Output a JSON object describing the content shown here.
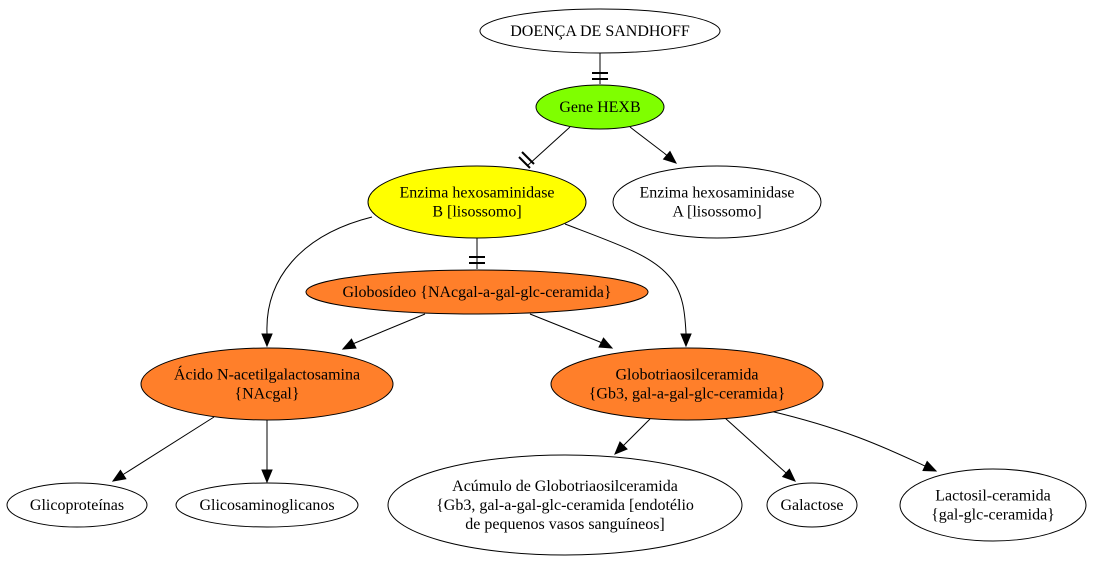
{
  "colors": {
    "green": "#7fff00",
    "yellow": "#ffff00",
    "orange": "#ff7f2a",
    "white": "#ffffff"
  },
  "nodes": {
    "sandhoff": {
      "lines": [
        "DOENÇA DE SANDHOFF"
      ],
      "color": "white"
    },
    "hexb": {
      "lines": [
        "Gene HEXB"
      ],
      "color": "green"
    },
    "hexB": {
      "lines": [
        "Enzima hexosaminidase",
        "B [lisossomo]"
      ],
      "color": "yellow"
    },
    "hexA": {
      "lines": [
        "Enzima hexosaminidase",
        "A [lisossomo]"
      ],
      "color": "white"
    },
    "globosideo": {
      "lines": [
        "Globosídeo {NAcgal-a-gal-glc-ceramida}"
      ],
      "color": "orange"
    },
    "nacgal": {
      "lines": [
        "Ácido N-acetilgalactosamina",
        "{NAcgal}"
      ],
      "color": "orange"
    },
    "gb3": {
      "lines": [
        "Globotriaosilceramida",
        "{Gb3, gal-a-gal-glc-ceramida}"
      ],
      "color": "orange"
    },
    "glicoproteinas": {
      "lines": [
        "Glicoproteínas"
      ],
      "color": "white"
    },
    "glicosaminoglicanos": {
      "lines": [
        "Glicosaminoglicanos"
      ],
      "color": "white"
    },
    "acumulo": {
      "lines": [
        "Acúmulo de Globotriaosilceramida",
        "{Gb3, gal-a-gal-glc-ceramida [endotélio",
        "de pequenos vasos sanguíneos]"
      ],
      "color": "white"
    },
    "galactose": {
      "lines": [
        "Galactose"
      ],
      "color": "white"
    },
    "lactosil": {
      "lines": [
        "Lactosil-ceramida",
        "{gal-glc-ceramida}"
      ],
      "color": "white"
    }
  },
  "edges": [
    {
      "from": "sandhoff",
      "to": "hexb",
      "head": "tee"
    },
    {
      "from": "hexb",
      "to": "hexB",
      "head": "tee"
    },
    {
      "from": "hexb",
      "to": "hexA",
      "head": "arrow"
    },
    {
      "from": "hexB",
      "to": "globosideo",
      "head": "tee"
    },
    {
      "from": "hexB",
      "to": "nacgal",
      "head": "arrow"
    },
    {
      "from": "hexB",
      "to": "gb3",
      "head": "arrow"
    },
    {
      "from": "globosideo",
      "to": "nacgal",
      "head": "arrow"
    },
    {
      "from": "globosideo",
      "to": "gb3",
      "head": "arrow"
    },
    {
      "from": "nacgal",
      "to": "glicoproteinas",
      "head": "arrow"
    },
    {
      "from": "nacgal",
      "to": "glicosaminoglicanos",
      "head": "arrow"
    },
    {
      "from": "gb3",
      "to": "acumulo",
      "head": "arrow"
    },
    {
      "from": "gb3",
      "to": "galactose",
      "head": "arrow"
    },
    {
      "from": "gb3",
      "to": "lactosil",
      "head": "arrow"
    }
  ]
}
